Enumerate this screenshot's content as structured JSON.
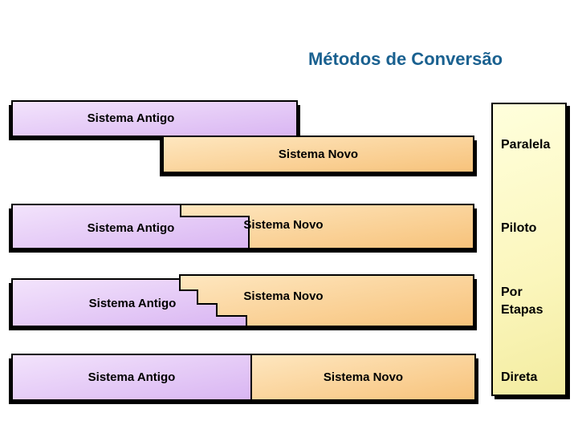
{
  "slide": {
    "title": "Métodos de Conversão"
  },
  "methods": {
    "rows": [
      {
        "name": "Paralela",
        "old_label": "Sistema Antigo",
        "new_label": "Sistema Novo"
      },
      {
        "name": "Piloto",
        "old_label": "Sistema Antigo",
        "new_label": "Sistema Novo"
      },
      {
        "name": "Por Etapas",
        "old_label": "Sistema Antigo",
        "new_label": "Sistema Novo"
      },
      {
        "name": "Direta",
        "old_label": "Sistema Antigo",
        "new_label": "Sistema Novo"
      }
    ]
  },
  "legend": {
    "items": [
      "Paralela",
      "Piloto",
      "Por Etapas",
      "Direta"
    ]
  },
  "colors": {
    "title_text": "#1A6190",
    "old_system_fill": "#E3C6F5",
    "new_system_fill": "#FBD396",
    "legend_fill": "#FDFACA",
    "border": "#000000",
    "background": "#FFFFFF"
  }
}
